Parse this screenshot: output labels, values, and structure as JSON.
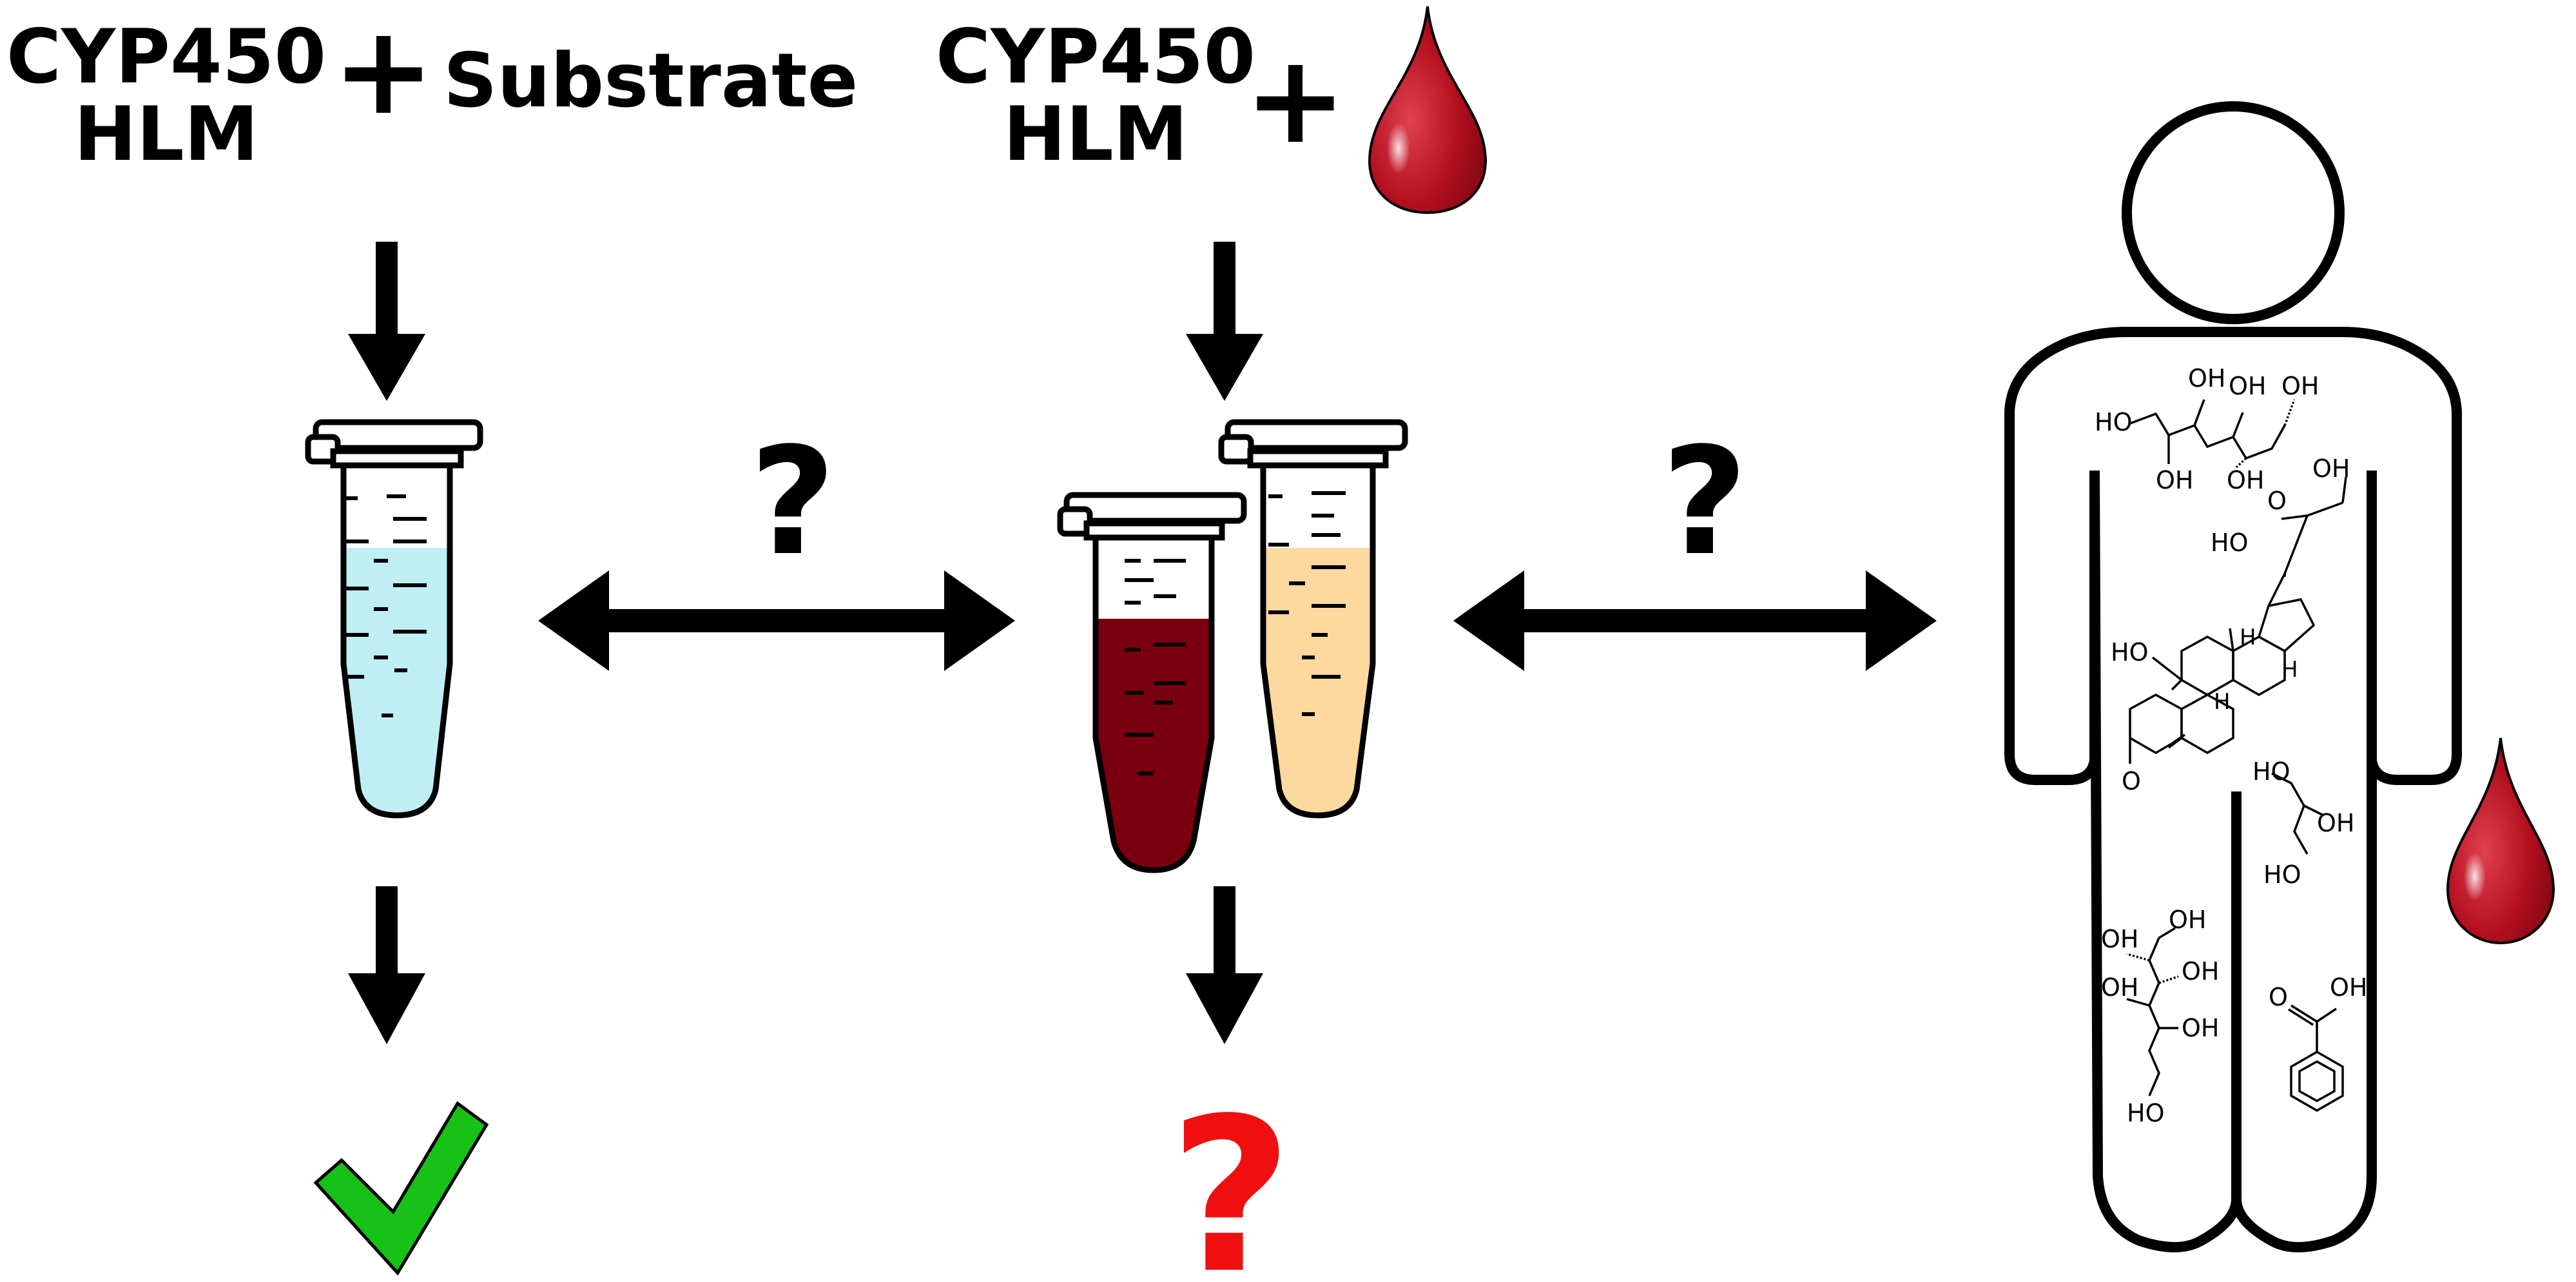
{
  "left_reagent": {
    "enzyme_line1": "CYP450",
    "enzyme_line2": "HLM",
    "plus": "+",
    "substrate": "Substrate"
  },
  "middle_reagent": {
    "enzyme_line1": "CYP450",
    "enzyme_line2": "HLM",
    "plus": "+"
  },
  "question_marks": {
    "between_tubes": "?",
    "between_tube_and_body": "?",
    "outcome_unknown": "?"
  },
  "chem_labels": {
    "oh": "OH",
    "ho": "HO",
    "h": "H",
    "o": "O"
  },
  "colors": {
    "tube_blue_liquid": "#bfeef5",
    "tube_blood_liquid": "#7a0010",
    "tube_plasma_liquid": "#fdd9a0",
    "blood_drop": "#b30f1f",
    "check": "#17c217",
    "outcome_question": "#f00f0f",
    "ink": "#000000"
  }
}
